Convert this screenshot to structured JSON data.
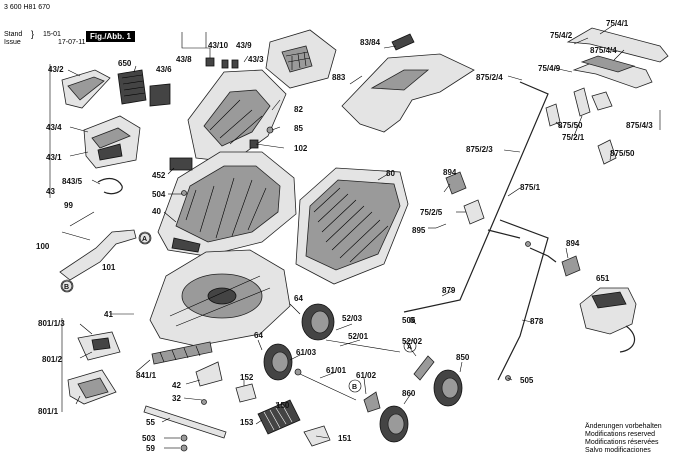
{
  "header": {
    "doc_number": "3 600 H81 670",
    "stand_label": "Stand",
    "issue_label": "Issue",
    "stand_date": "15-01",
    "issue_date": "17-07-11",
    "figure_label": "Fig./Abb. 1"
  },
  "footer": {
    "lines": [
      "Änderungen vorbehalten",
      "Modifications reserved",
      "Modifications réservées",
      "Salvo modificaciones"
    ]
  },
  "callout_labels": {
    "p43_2": "43/2",
    "p650": "650",
    "p43_6": "43/6",
    "p43_8": "43/8",
    "p43_10": "43/10",
    "p43_9": "43/9",
    "p43_3": "43/3",
    "p43_4": "43/4",
    "p43_1": "43/1",
    "p843_5": "843/5",
    "p43": "43",
    "p82": "82",
    "p85": "85",
    "p102": "102",
    "p452": "452",
    "p504": "504",
    "p40": "40",
    "p99": "99",
    "p100": "100",
    "p101": "101",
    "pA1": "A",
    "pB1": "B",
    "p83_84": "83/84",
    "p883": "883",
    "p80": "80",
    "p875_2_4": "875/2/4",
    "p75_4_1": "75/4/1",
    "p75_4_2": "75/4/2",
    "p875_4_4": "875/4/4",
    "p75_4_9": "75/4/9",
    "p875_50a": "875/50",
    "p75_2_1": "75/2/1",
    "p875_4_3": "875/4/3",
    "p875_2_3": "875/2/3",
    "p875_50b": "875/50",
    "p875_1": "875/1",
    "p894a": "894",
    "p75_2_5": "75/2/5",
    "p895": "895",
    "p894b": "894",
    "p651": "651",
    "p879": "879",
    "p878": "878",
    "p505a": "505",
    "p505b": "505",
    "p41": "41",
    "p801_1_3": "801/1/3",
    "p801_2": "801/2",
    "p801_1": "801/1",
    "p841_1": "841/1",
    "p64a": "64",
    "p64b": "64",
    "p52_03": "52/03",
    "p52_01": "52/01",
    "p52_02": "52/02",
    "p61_03": "61/03",
    "p61_01": "61/01",
    "p61_02": "61/02",
    "pA2": "A",
    "pB2": "B",
    "p850": "850",
    "p860": "860",
    "p42": "42",
    "p32": "32",
    "p152": "152",
    "p150": "150",
    "p153": "153",
    "p151": "151",
    "p55": "55",
    "p503": "503",
    "p59": "59"
  }
}
